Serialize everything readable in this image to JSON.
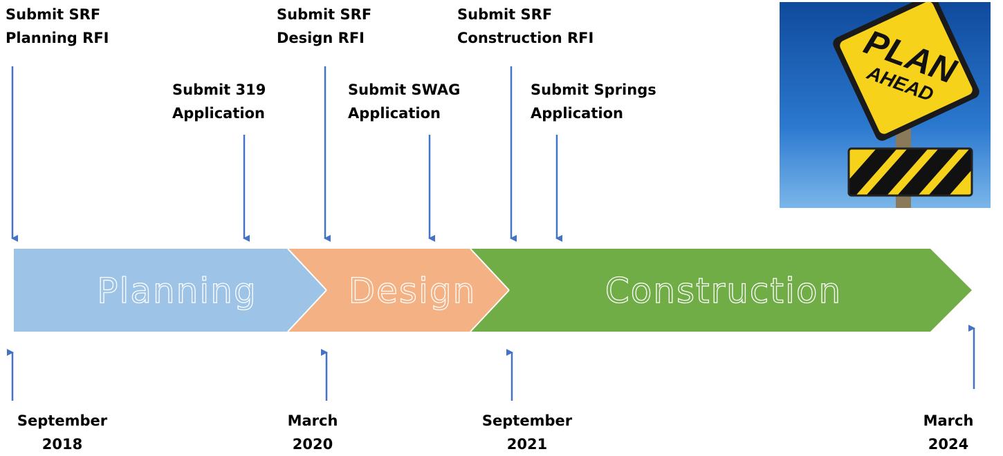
{
  "milestones": [
    {
      "line1": "Submit SRF",
      "line2": "Planning RFI"
    },
    {
      "line1": "Submit 319",
      "line2": "Application"
    },
    {
      "line1": "Submit SRF",
      "line2": "Design RFI"
    },
    {
      "line1": "Submit SWAG",
      "line2": "Application"
    },
    {
      "line1": "Submit SRF",
      "line2": "Construction RFI"
    },
    {
      "line1": "Submit Springs",
      "line2": "Application"
    }
  ],
  "phases": [
    {
      "label": "Planning",
      "color": "#9dc3e6"
    },
    {
      "label": "Design",
      "color": "#f4b183"
    },
    {
      "label": "Construction",
      "color": "#70ad47"
    }
  ],
  "dates": [
    {
      "month": "September",
      "year": "2018"
    },
    {
      "month": "March",
      "year": "2020"
    },
    {
      "month": "September",
      "year": "2021"
    },
    {
      "month": "March",
      "year": "2024"
    }
  ],
  "sign": {
    "text_line1": "PLAN",
    "text_line2": "AHEAD",
    "sign_color": "#f7d21b",
    "sky_color": "#1f5fb0"
  },
  "arrow_color": "#4472c4"
}
